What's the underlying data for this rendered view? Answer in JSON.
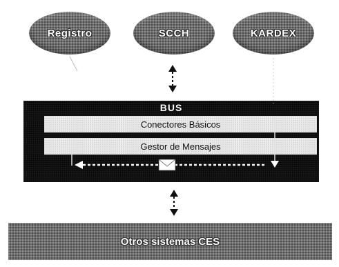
{
  "nodes": {
    "registro": "Registro",
    "scch": "SCCH",
    "kardex": "KARDEX"
  },
  "bus": {
    "title": "BUS",
    "conectores": "Conectores Básicos",
    "gestor": "Gestor de Mensajes"
  },
  "bottom": {
    "label": "Otros sistemas CES"
  },
  "icons": [
    "double-arrow-icon",
    "envelope-icon",
    "dashed-arrow-icon"
  ]
}
